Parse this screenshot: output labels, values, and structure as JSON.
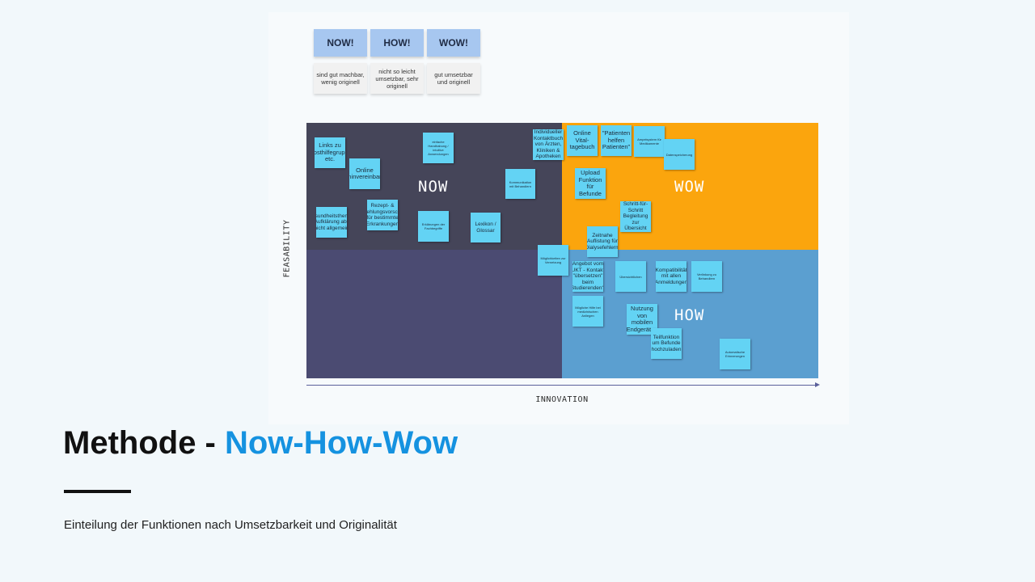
{
  "slide": {
    "title_main": "Methode - ",
    "title_accent": "Now-How-Wow",
    "subtitle": "Einteilung der Funktionen nach Umsetzbarkeit und Originalität",
    "accent_color": "#1592e0"
  },
  "legend": [
    {
      "head": "NOW!",
      "desc": "sind gut machbar, wenig originell"
    },
    {
      "head": "HOW!",
      "desc": "nicht so leicht umsetzbar, sehr originell"
    },
    {
      "head": "WOW!",
      "desc": "gut umsetzbar und originell"
    }
  ],
  "matrix": {
    "quadrants": {
      "now": "NOW",
      "wow": "WOW",
      "how": "HOW"
    },
    "x_axis": "INNOVATION",
    "y_axis": "FEASABILITY",
    "colors": {
      "now": "#454559",
      "wow": "#fba50d",
      "low": "#4b4b72",
      "how": "#5b9fd0",
      "note": "#63d3f4"
    }
  },
  "notes": [
    "Links zu Selbsthilfegruppen etc.",
    "Online Terminvereinbarung",
    "Gesundheitsthemen / Aufklärung aber nicht allgemein",
    "Rezept- & Empfehlungsvorschläge für bestimmte Erkrankungen",
    "einfache Handhabung / intuitive Anwendungen",
    "Erklärungen der Fachbegriffe",
    "Lexikon / Glossar",
    "Kommunikation mit Behandlern",
    "Individueller Kontaktbuch von Ärzten, Kliniken & Apotheken",
    "Online Vital-tagebuch",
    "\"Patienten helfen Patienten\"",
    "Ampelsystem für Medikamente",
    "Datenspeicherung",
    "Upload Funktion für Befunde",
    "Schritt-für-Schritt Begleitung zur Übersicht",
    "Zeitnahe Auflistung für Dialysefehlerm",
    "Möglichkeiten zur Vernetzung",
    "Angebot vom UKT - Kontakt \"übersetzen\" beim Studierenden?",
    "Übersichtlichen",
    "Kompatibilität mit allen Anmeldungen",
    "Verlinkung zu Behandlern",
    "Nutzung von mobilen Endgeräten",
    "Teilfunktion um Befunde hochzuladen",
    "Mögliche Hilfe bei medizinischen Anliegen",
    "Automatische Erinnerungen"
  ]
}
